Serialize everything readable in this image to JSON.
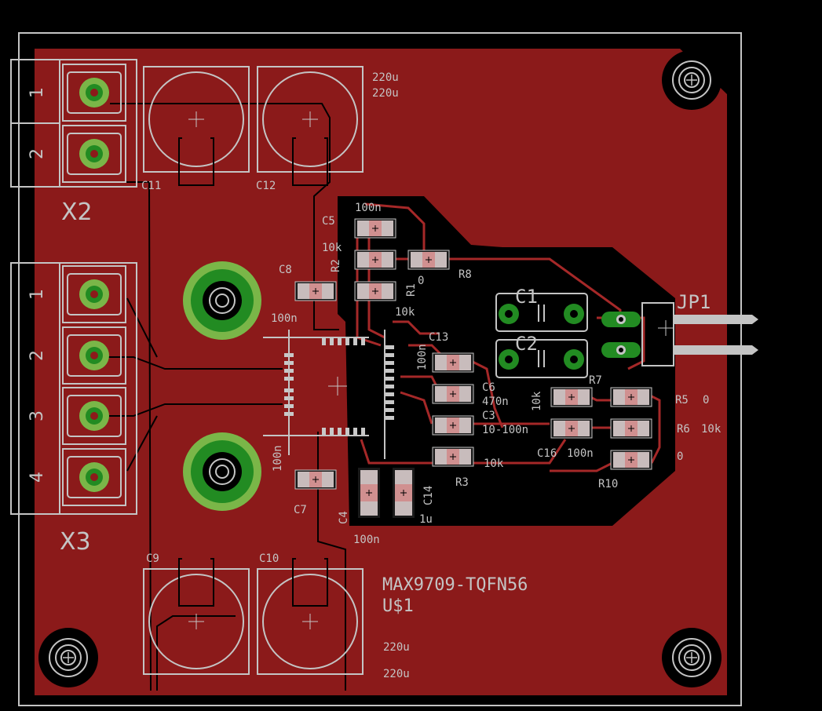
{
  "board": {
    "colors": {
      "background": "#000000",
      "copper": "#8b1a1a",
      "trace": "#a52828",
      "silk": "#c4c4c4",
      "pad": "#c8c8c8",
      "via": "#228b22",
      "via_ring": "#7ab648"
    }
  },
  "connectors": {
    "x2": {
      "name": "X2",
      "pins": [
        "1",
        "2"
      ]
    },
    "x3": {
      "name": "X3",
      "pins": [
        "1",
        "2",
        "3",
        "4"
      ]
    },
    "jp1": {
      "name": "JP1"
    }
  },
  "capacitors": {
    "c11": "C11",
    "c12": "C12",
    "c9": "C9",
    "c10": "C10",
    "c11_c12_values": [
      "220u",
      "220u"
    ],
    "c9_c10_values": [
      "220u",
      "220u"
    ],
    "c1": "C1",
    "c2": "C2",
    "c5": "C5",
    "c5_value": "100n",
    "c8": "C8",
    "c8_value": "100n",
    "c13": "C13",
    "c13_value": "100n",
    "c6": "C6",
    "c6_value": "470n",
    "c3": "C3",
    "c3_value": "10-100n",
    "c16": "C16",
    "c16_value": "100n",
    "c7": "C7",
    "c7_value": "100n",
    "c4": "C4",
    "c4_value": "100n",
    "c14": "C14",
    "c14_value": "1u"
  },
  "resistors": {
    "r2": "R2",
    "r2_value": "10k",
    "r1": "R1",
    "r1_value": "0",
    "r1_extra": "10k",
    "r8": "R8",
    "r7": "R7",
    "r7_value": "10k",
    "r5": "R5",
    "r5_value": "0",
    "r6": "R6",
    "r6_value": "10k",
    "r10": "R10",
    "r10_value": "0",
    "r3": "R3",
    "r3_value": "10k"
  },
  "ic": {
    "part": "MAX9709-TQFN56",
    "ref": "U$1"
  }
}
